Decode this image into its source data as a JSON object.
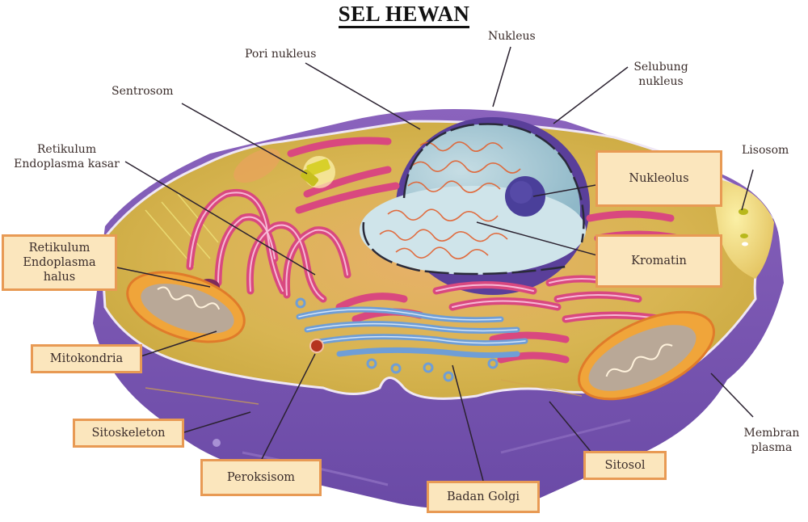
{
  "title": "SEL HEWAN",
  "labels": {
    "pori_nukleus": "Pori nukleus",
    "nukleus": "Nukleus",
    "selubung_nukleus_1": "Selubung",
    "selubung_nukleus_2": "nukleus",
    "sentrosom": "Sentrosom",
    "re_kasar_1": "Retikulum",
    "re_kasar_2": "Endoplasma kasar",
    "lisosom": "Lisosom",
    "membran_plasma_1": "Membran",
    "membran_plasma_2": "plasma"
  },
  "boxes": {
    "re_halus_1": "Retikulum",
    "re_halus_2": "Endoplasma",
    "re_halus_3": "halus",
    "mitokondria": "Mitokondria",
    "sitoskeleton": "Sitoskeleton",
    "peroksisom": "Peroksisom",
    "badan_golgi": "Badan Golgi",
    "sitosol": "Sitosol",
    "nukleolus": "Nukleolus",
    "kromatin": "Kromatin"
  },
  "colors": {
    "box_fill": "#fbe6bd",
    "box_border": "#e89a54",
    "membrane_purple": "#7b57b0",
    "cytoplasm_yellow": "#d9b84a",
    "er_pink": "#d9487f",
    "golgi_blue": "#6f9ed6",
    "nucleus_blue": "#a9cbd6",
    "nucleolus": "#4a3f9a",
    "leader_line": "#2b2230"
  }
}
